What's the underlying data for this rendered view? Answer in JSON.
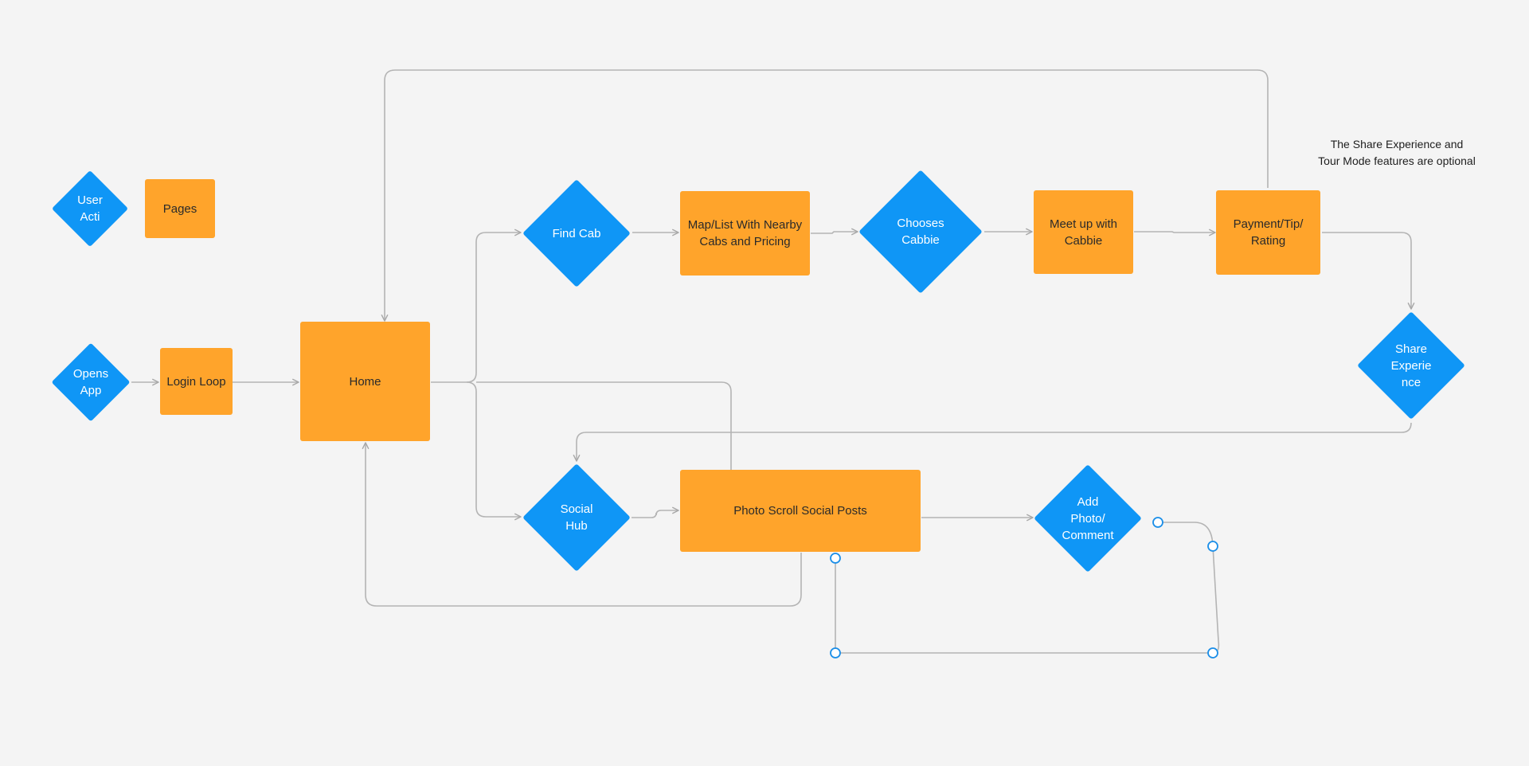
{
  "legend": {
    "user_action": "User\nActi",
    "pages": "Pages"
  },
  "note": {
    "line1": "The Share Experience  and",
    "line2": "Tour Mode features are optional"
  },
  "nodes": {
    "opens_app": "Opens\nApp",
    "login_loop": "Login Loop",
    "home": "Home",
    "find_cab": "Find Cab",
    "map_list": "Map/List With Nearby\nCabs and Pricing",
    "chooses_cabbie": "Chooses\nCabbie",
    "meet_up": "Meet up with\nCabbie",
    "payment": "Payment/Tip/\nRating",
    "share_experience": "Share\nExperie\nnce",
    "social_hub": "Social\nHub",
    "photo_scroll": "Photo Scroll Social Posts",
    "add_photo": "Add\nPhoto/\nComment"
  },
  "colors": {
    "page": "#ffa42b",
    "action": "#0f96f6",
    "background": "#f4f4f4",
    "connector": "#b4b4b4",
    "selection_handle": "#1a8ee8"
  }
}
